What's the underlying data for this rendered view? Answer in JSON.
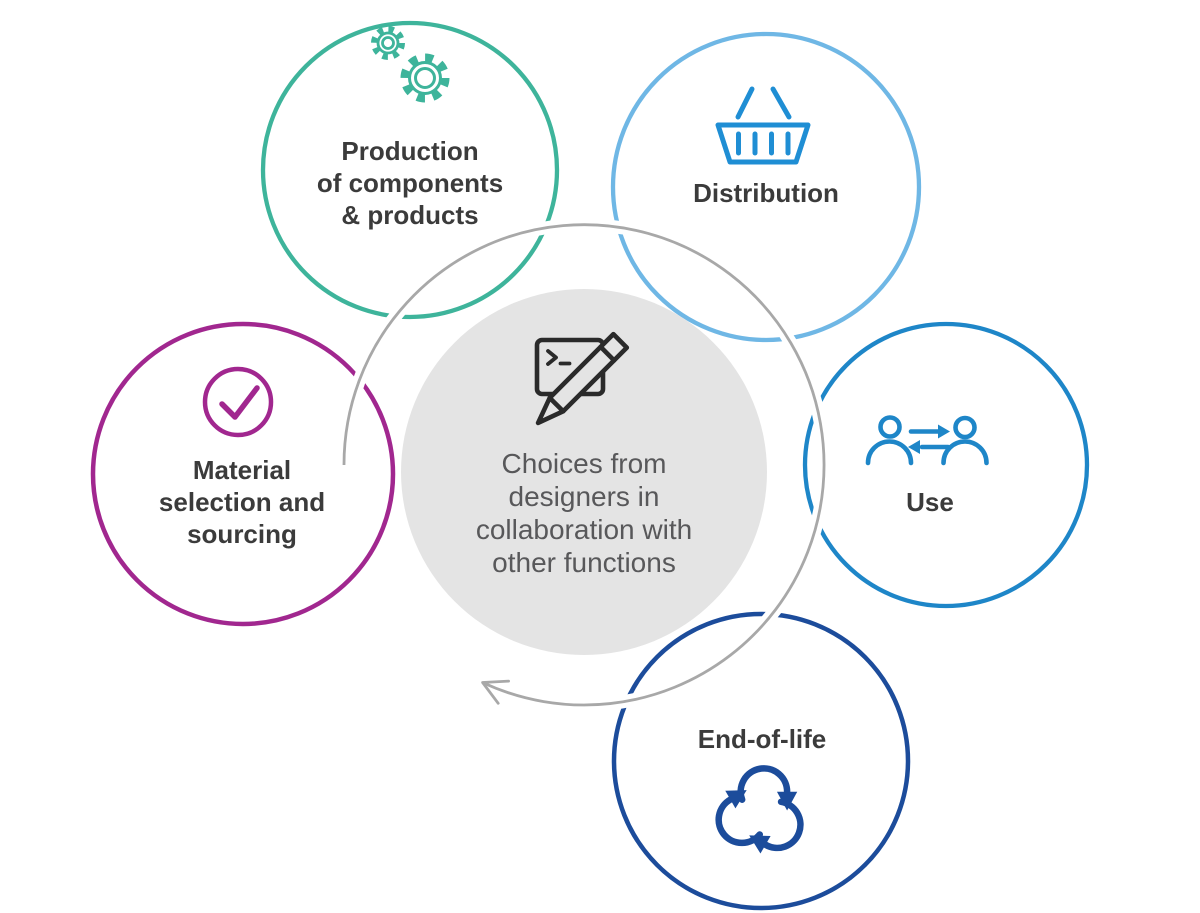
{
  "background": "#ffffff",
  "label_color": "#3b3b3b",
  "loop_arrow": {
    "color": "#a8a8a8",
    "direction": "clockwise"
  },
  "center_circle": {
    "fill": "#e4e4e4",
    "icon": "pencil-terminal-icon",
    "icon_color": "#2a2a2a",
    "text_color": "#58585a",
    "lines": [
      "Choices from",
      "designers in",
      "collaboration with",
      "other functions"
    ]
  },
  "stages": [
    {
      "id": "production",
      "ring_color": "#3eb49b",
      "icon": "gears-icon",
      "icon_color": "#3eb49b",
      "lines": [
        "Production",
        "of components",
        "& products"
      ]
    },
    {
      "id": "distribution",
      "ring_color": "#6fb7e5",
      "icon": "shopping-basket-icon",
      "icon_color": "#1f8ed4",
      "lines": [
        "Distribution"
      ]
    },
    {
      "id": "use",
      "ring_color": "#1e86c8",
      "icon": "people-exchange-icon",
      "icon_color": "#1e86c8",
      "lines": [
        "Use"
      ]
    },
    {
      "id": "end-of-life",
      "ring_color": "#1c4c9b",
      "icon": "recycle-icon",
      "icon_color": "#1c4c9b",
      "lines": [
        "End-of-life"
      ]
    },
    {
      "id": "material",
      "ring_color": "#a1278f",
      "icon": "checkmark-circle-icon",
      "icon_color": "#a1278f",
      "lines": [
        "Material",
        "selection and",
        "sourcing"
      ]
    }
  ]
}
